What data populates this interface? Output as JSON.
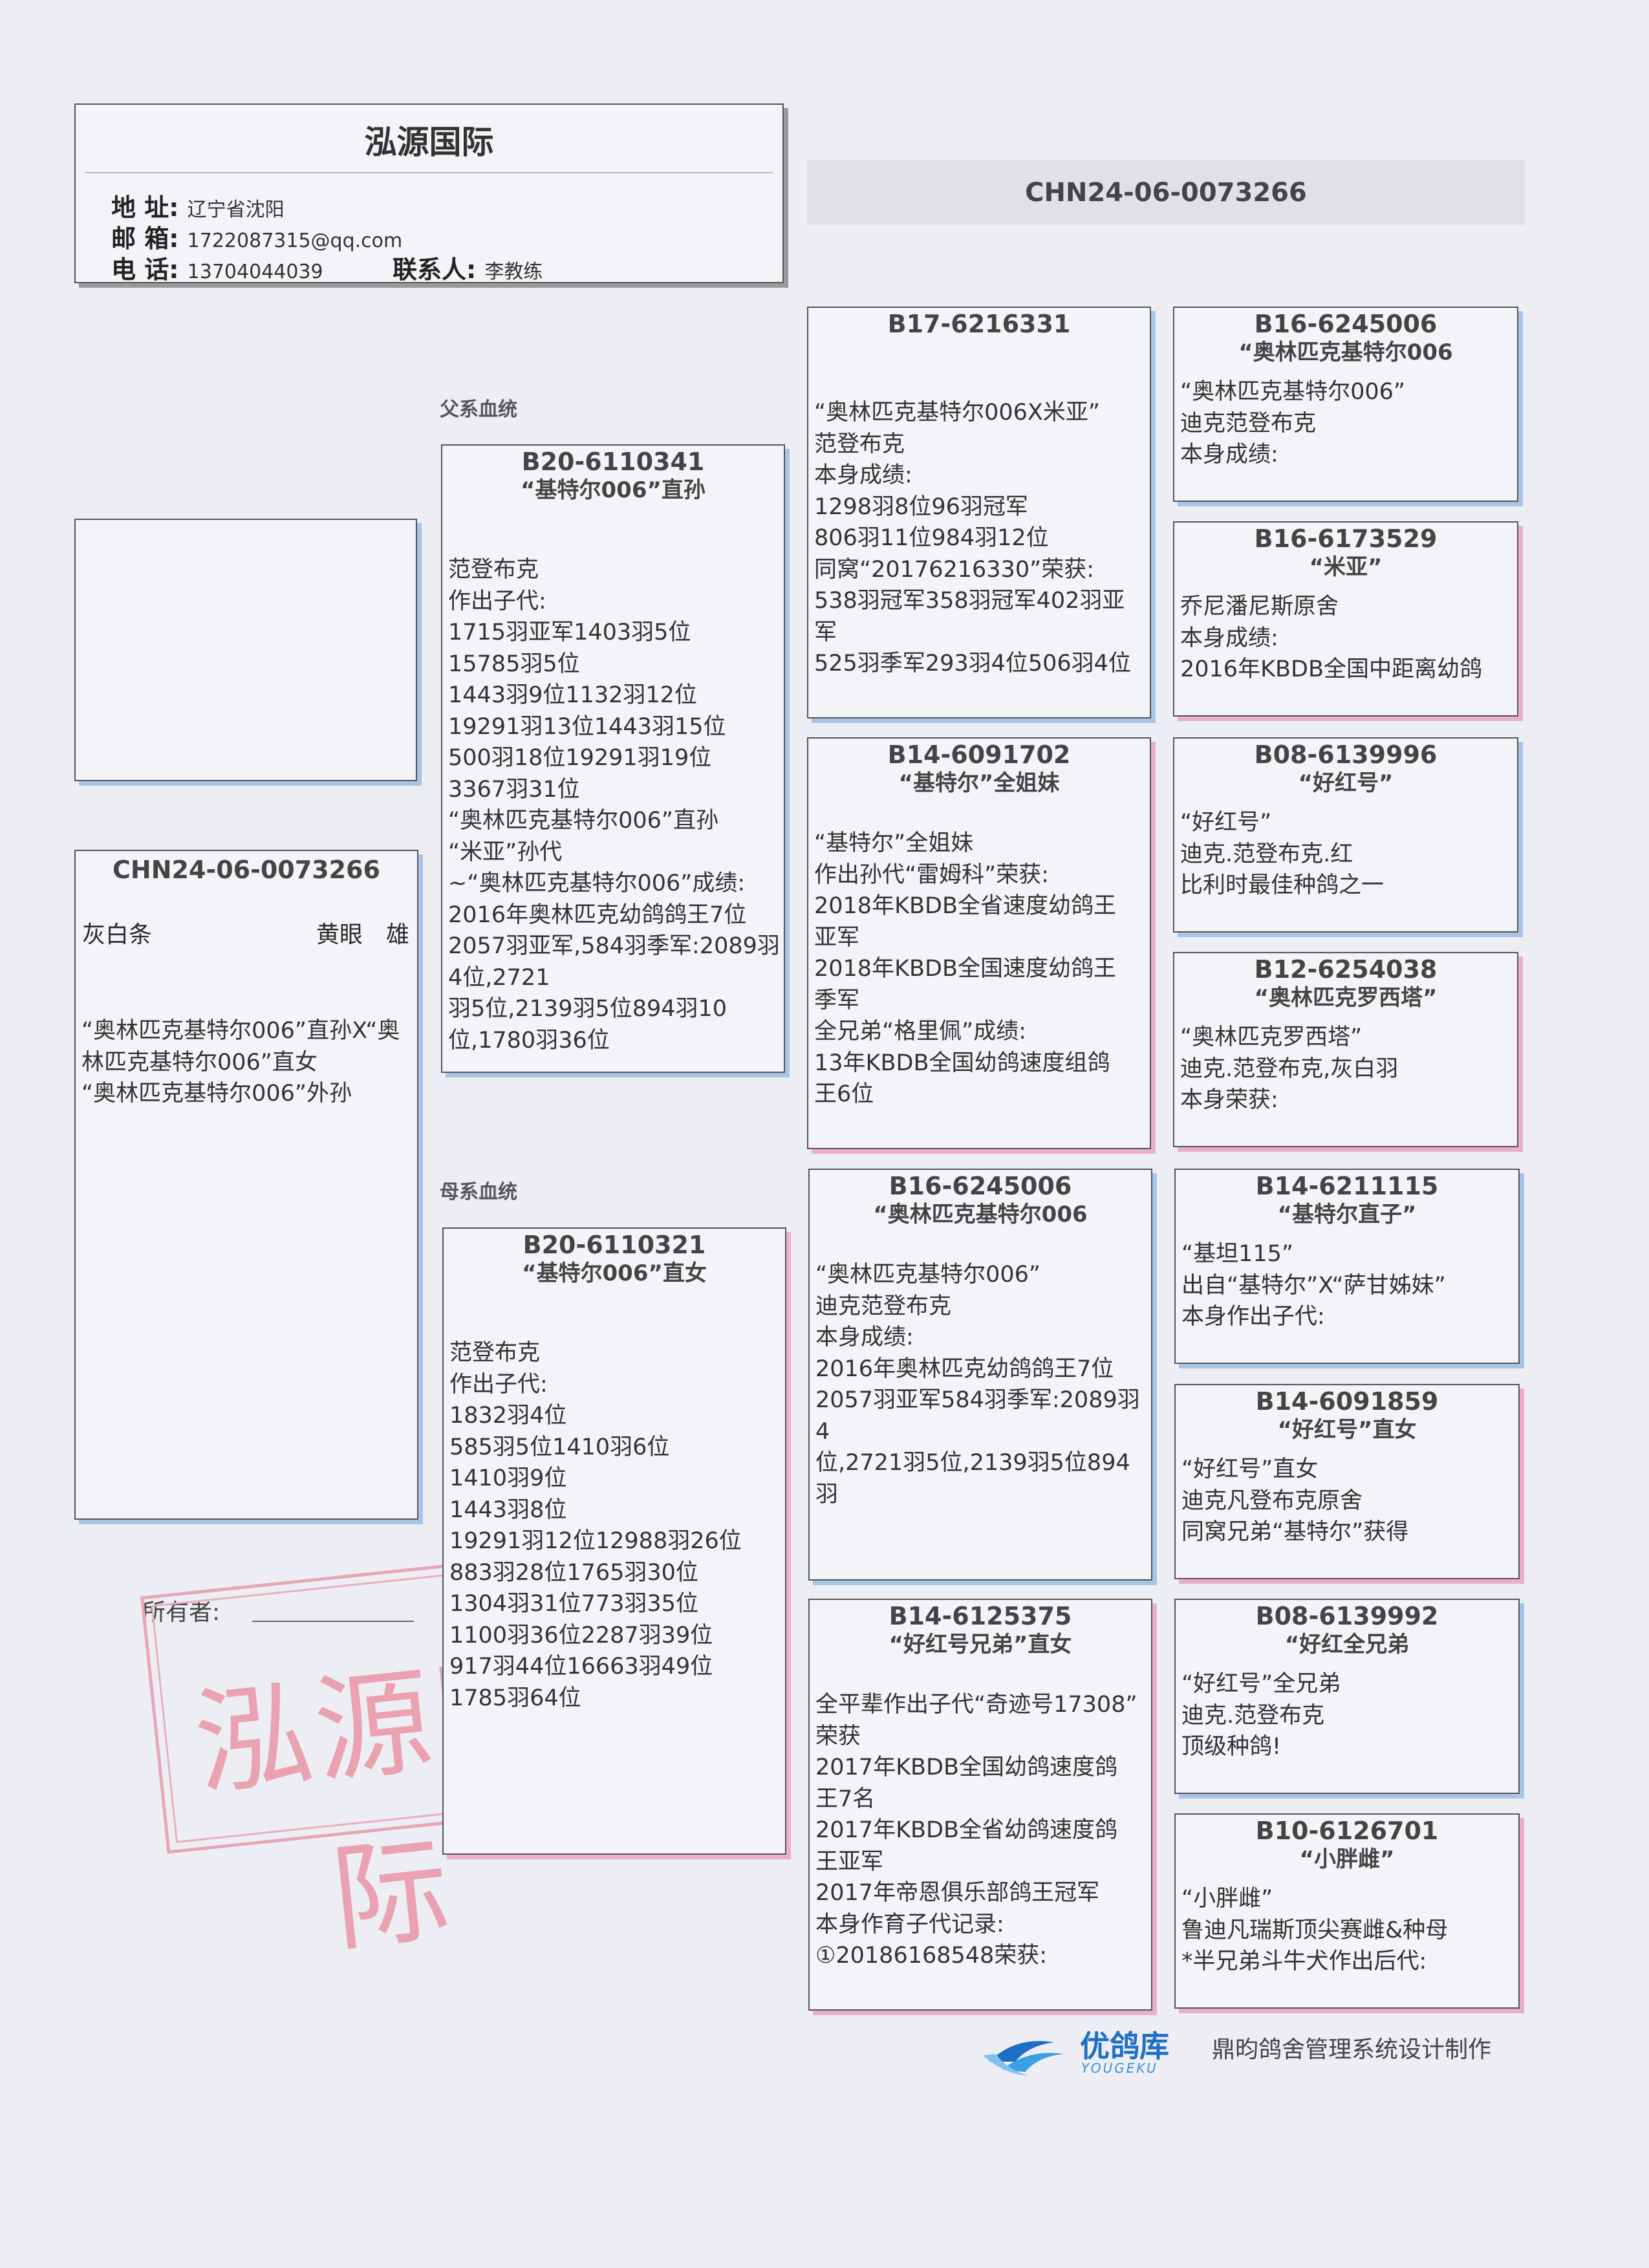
{
  "header": {
    "title": "泓源国际",
    "address_label": "地 址:",
    "address": "辽宁省沈阳",
    "email_label": "邮 箱:",
    "email": "1722087315@qq.com",
    "phone_label": "电 话:",
    "phone": "13704044039",
    "contact_label": "联系人:",
    "contact": "李教练"
  },
  "main_ring": "CHN24-06-0073266",
  "sections": {
    "paternal": "父系血统",
    "maternal": "母系血统"
  },
  "subject": {
    "ring": "CHN24-06-0073266",
    "color": "灰白条",
    "eye_sex": "黄眼　雄",
    "lines": [
      "“奥林匹克基特尔006”直孙X“奥",
      "林匹克基特尔006”直女",
      "“奥林匹克基特尔006”外孙"
    ]
  },
  "owner_label": "所有者:",
  "stamp_text": "泓源国际",
  "sire": {
    "ring": "B20-6110341",
    "name": "“基特尔006”直孙",
    "lines": [
      "范登布克",
      "作出子代:",
      "1715羽亚军1403羽5位",
      "15785羽5位",
      "1443羽9位1132羽12位",
      "19291羽13位1443羽15位",
      "500羽18位19291羽19位",
      "3367羽31位",
      "“奥林匹克基特尔006”直孙",
      "“米亚”孙代",
      "~“奥林匹克基特尔006”成绩:",
      "2016年奥林匹克幼鸽鸽王7位",
      "2057羽亚军,584羽季军:2089羽",
      "4位,2721",
      "羽5位,2139羽5位894羽10",
      "位,1780羽36位"
    ]
  },
  "dam": {
    "ring": "B20-6110321",
    "name": "“基特尔006”直女",
    "lines": [
      "范登布克",
      "作出子代:",
      "1832羽4位",
      "585羽5位1410羽6位",
      "1410羽9位",
      "1443羽8位",
      "19291羽12位12988羽26位",
      "883羽28位1765羽30位",
      "1304羽31位773羽35位",
      "1100羽36位2287羽39位",
      "917羽44位16663羽49位",
      "1785羽64位"
    ]
  },
  "gp1": {
    "ring": "B17-6216331",
    "name": "",
    "lines": [
      "“奥林匹克基特尔006X米亚”",
      "范登布克",
      "本身成绩:",
      "1298羽8位96羽冠军",
      "806羽11位984羽12位",
      "同窝“20176216330”荣获:",
      "538羽冠军358羽冠军402羽亚",
      "军",
      "525羽季军293羽4位506羽4位"
    ]
  },
  "gp2": {
    "ring": "B14-6091702",
    "name": "“基特尔”全姐妹",
    "lines": [
      "“基特尔”全姐妹",
      "作出孙代“雷姆科”荣获:",
      "2018年KBDB全省速度幼鸽王",
      "亚军",
      "2018年KBDB全国速度幼鸽王",
      "季军",
      "全兄弟“格里佩”成绩:",
      "13年KBDB全国幼鸽速度组鸽",
      "王6位"
    ]
  },
  "gp3": {
    "ring": "B16-6245006",
    "name": "“奥林匹克基特尔006",
    "lines": [
      "“奥林匹克基特尔006”",
      "迪克范登布克",
      "本身成绩:",
      "2016年奥林匹克幼鸽鸽王7位",
      "2057羽亚军584羽季军:2089羽",
      "4",
      "位,2721羽5位,2139羽5位894",
      "羽"
    ]
  },
  "gp4": {
    "ring": "B14-6125375",
    "name": "“好红号兄弟”直女",
    "lines": [
      "全平辈作出子代“奇迹号17308”",
      "荣获",
      "2017年KBDB全国幼鸽速度鸽",
      "王7名",
      "2017年KBDB全省幼鸽速度鸽",
      "王亚军",
      "2017年帝恩俱乐部鸽王冠军",
      "本身作育子代记录:",
      "①20186168548荣获:"
    ]
  },
  "ggp": [
    {
      "ring": "B16-6245006",
      "name": "“奥林匹克基特尔006",
      "lines": [
        "“奥林匹克基特尔006”",
        "迪克范登布克",
        "本身成绩:"
      ]
    },
    {
      "ring": "B16-6173529",
      "name": "“米亚”",
      "lines": [
        "乔尼潘尼斯原舍",
        "本身成绩:",
        "2016年KBDB全国中距离幼鸽"
      ]
    },
    {
      "ring": "B08-6139996",
      "name": "“好红号”",
      "lines": [
        "“好红号”",
        "迪克.范登布克.红",
        "比利时最佳种鸽之一"
      ]
    },
    {
      "ring": "B12-6254038",
      "name": "“奥林匹克罗西塔”",
      "lines": [
        "“奥林匹克罗西塔”",
        "迪克.范登布克,灰白羽",
        "本身荣获:"
      ]
    },
    {
      "ring": "B14-6211115",
      "name": "“基特尔直子”",
      "lines": [
        "“基坦115”",
        "出自“基特尔”X“萨甘姊妹”",
        "本身作出子代:"
      ]
    },
    {
      "ring": "B14-6091859",
      "name": "“好红号”直女",
      "lines": [
        "“好红号”直女",
        "迪克凡登布克原舍",
        "同窝兄弟“基特尔”获得"
      ]
    },
    {
      "ring": "B08-6139992",
      "name": "“好红全兄弟",
      "lines": [
        "“好红号”全兄弟",
        "迪克.范登布克",
        "顶级种鸽!"
      ]
    },
    {
      "ring": "B10-6126701",
      "name": "“小胖雌”",
      "lines": [
        "“小胖雌”",
        "鲁迪凡瑞斯顶尖赛雌&种母",
        "*半兄弟斗牛犬作出后代:"
      ]
    }
  ],
  "footer": {
    "brand": "优鸽库",
    "brand_en": "YOUGEKU",
    "credit": "鼎昀鸽舍管理系统设计制作"
  },
  "colors": {
    "paternal_shadow": "#a9c4e6",
    "maternal_shadow": "#eab1c6",
    "stamp": "#e8a5b2"
  }
}
